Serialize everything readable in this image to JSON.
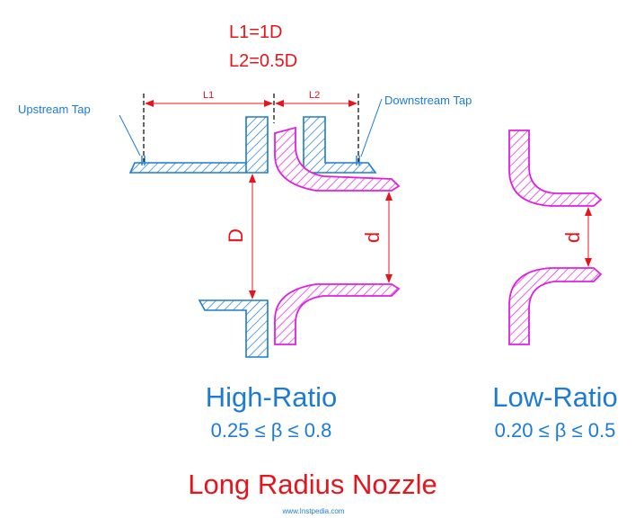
{
  "equations": {
    "l1": "L1=1D",
    "l2": "L2=0.5D"
  },
  "dimensions": {
    "l1_label": "L1",
    "l2_label": "L2",
    "d_upper_label": "D",
    "d_lower_label": "d",
    "d_low_ratio_label": "d"
  },
  "taps": {
    "upstream": "Upstream Tap",
    "downstream": "Downstream Tap"
  },
  "high_ratio": {
    "title": "High-Ratio",
    "range": "0.25 ≤ β ≤ 0.8"
  },
  "low_ratio": {
    "title": "Low-Ratio",
    "range": "0.20 ≤ β ≤ 0.5"
  },
  "main_title": "Long Radius Nozzle",
  "credit": "www.Instpedia.com",
  "colors": {
    "pipe": "#1b7bd6",
    "nozzle": "#e020e0",
    "dimension": "#e8141c",
    "text_blue": "#1b7bd6"
  }
}
